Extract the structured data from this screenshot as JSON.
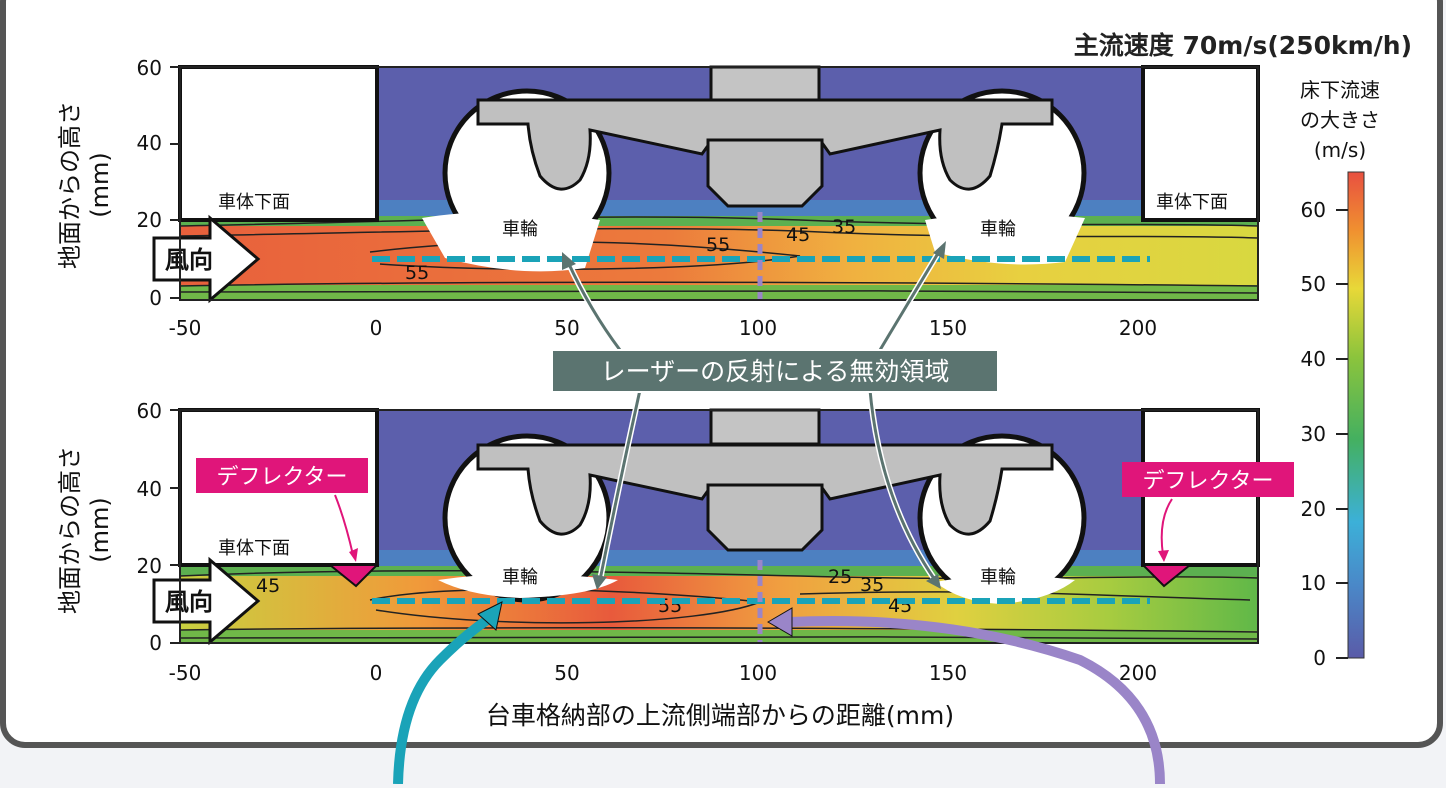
{
  "header": {
    "condition": "主流速度 70m/s(250km/h)"
  },
  "colorbar": {
    "title_lines": [
      "床下流速",
      "の大きさ",
      "(m/s)"
    ],
    "ticks": [
      "0",
      "10",
      "20",
      "30",
      "40",
      "50",
      "60"
    ],
    "range": [
      0,
      65
    ],
    "stops": [
      "#5a5ba8",
      "#4a88c8",
      "#3cb0d8",
      "#44b060",
      "#8cc43c",
      "#e8d838",
      "#f09030",
      "#e85040"
    ]
  },
  "axes": {
    "ylabel": "地面からの高さ",
    "yunit": "(mm)",
    "xlabel": "台車格納部の上流側端部からの距離(mm)",
    "y_ticks": [
      "60",
      "40",
      "20",
      "0"
    ],
    "x_ticks": [
      "-50",
      "0",
      "50",
      "100",
      "150",
      "200"
    ],
    "xlim": [
      -50,
      232
    ],
    "ylim": [
      0,
      60
    ]
  },
  "labels": {
    "body_underside": "車体下面",
    "wheel": "車輪",
    "wind_direction": "風向",
    "deflector": "デフレクター",
    "invalid_region": "レーザーの反射による無効領域"
  },
  "panel_top": {
    "contour_labels": [
      "55",
      "55",
      "45",
      "35"
    ]
  },
  "panel_bottom": {
    "contour_labels": [
      "45",
      "25",
      "35",
      "55",
      "45"
    ]
  },
  "colors": {
    "frame": "#555555",
    "measure_line": "#1aa3b8",
    "vertical_line": "#9a85c8",
    "deflector": "#e0157a",
    "callout_box": "#5b7470",
    "teal_arrow": "#1aa3b8",
    "purple_arrow": "#9a85c8"
  }
}
